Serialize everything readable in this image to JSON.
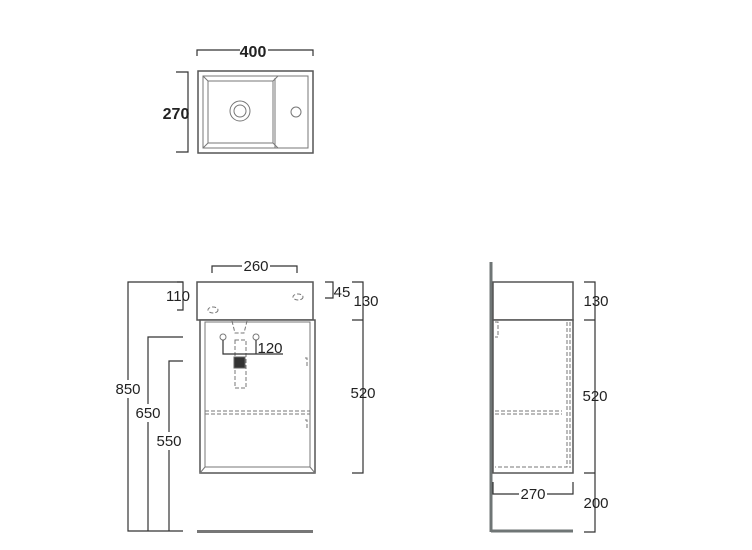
{
  "top_view": {
    "width": "400",
    "depth": "270"
  },
  "front_view": {
    "basin_width": "260",
    "overflow_height": "110",
    "basin_top_offset": "45",
    "basin_height": "130",
    "cabinet_height": "520",
    "total_height": "850",
    "drain_height": "650",
    "cabinet_bottom_height": "550",
    "fixing_spacing": "120"
  },
  "side_view": {
    "basin_height": "130",
    "cabinet_height": "520",
    "floor_clearance": "200",
    "depth": "270"
  }
}
